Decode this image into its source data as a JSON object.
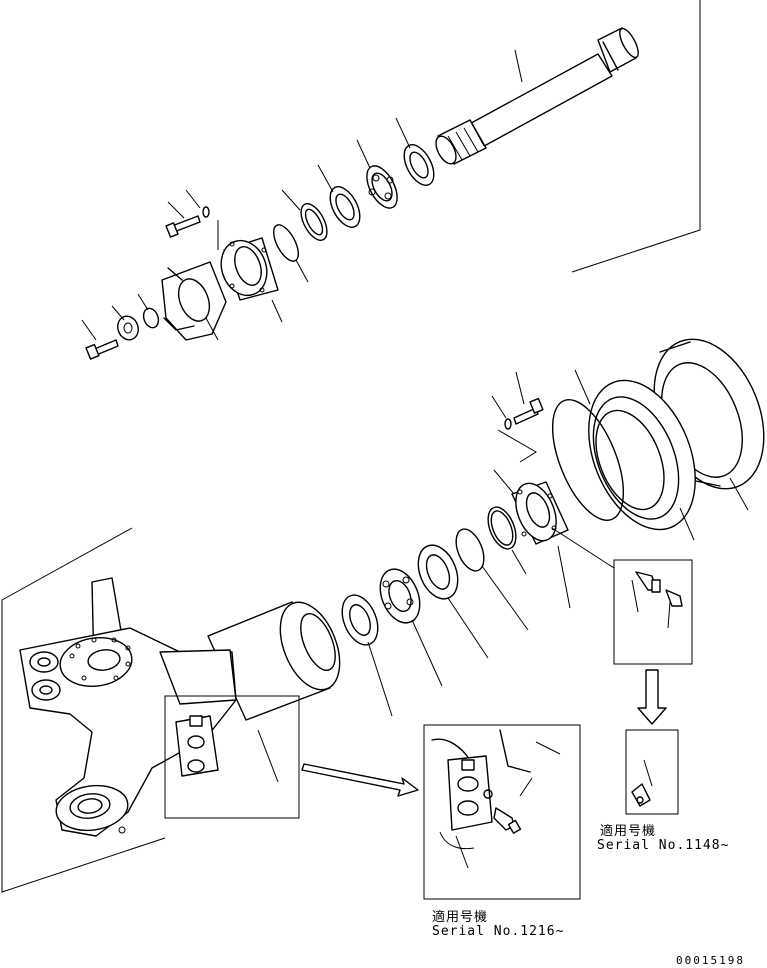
{
  "callouts": {
    "left_label": "適用号機",
    "left_serial": "Serial No.1216~",
    "right_label": "適用号機",
    "right_serial": "Serial No.1148~"
  },
  "drawing_number": "00015198"
}
